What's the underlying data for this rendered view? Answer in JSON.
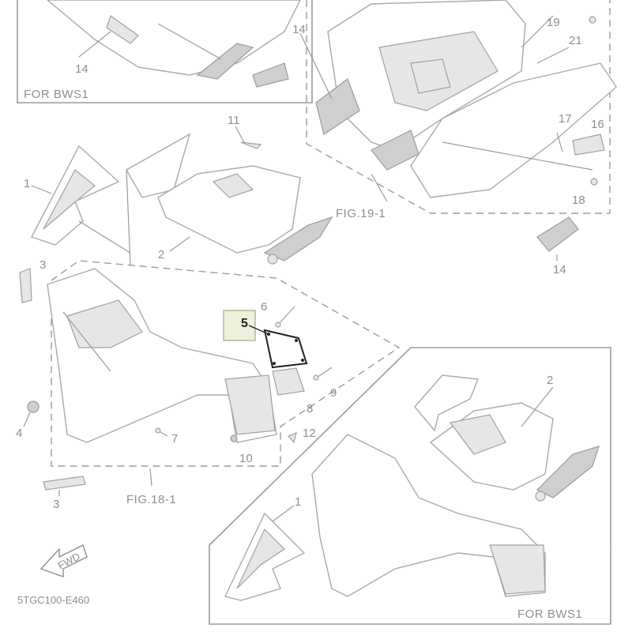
{
  "captions": {
    "for_bws1_top": "FOR BWS1",
    "for_bws1_bottom": "FOR BWS1",
    "fig_19_1": "FIG.19-1",
    "fig_18_1": "FIG.18-1",
    "diagram_code": "5TGC100-E460",
    "fwd_arrow": "FWD"
  },
  "callouts": {
    "c14_a": "14",
    "c14_b": "14",
    "c14_c": "14",
    "c19": "19",
    "c21": "21",
    "c11": "11",
    "c17": "17",
    "c16": "16",
    "c18": "18",
    "c1_a": "1",
    "c2_a": "2",
    "c3_a": "3",
    "c6": "6",
    "c5": "5",
    "c9": "9",
    "c8": "8",
    "c4": "4",
    "c7": "7",
    "c12": "12",
    "c10": "10",
    "c3_b": "3",
    "c2_b": "2",
    "c1_b": "1"
  },
  "colors": {
    "line": "#9b9b9b",
    "highlight": "#222222",
    "highlight_box": "#eef0dc"
  }
}
